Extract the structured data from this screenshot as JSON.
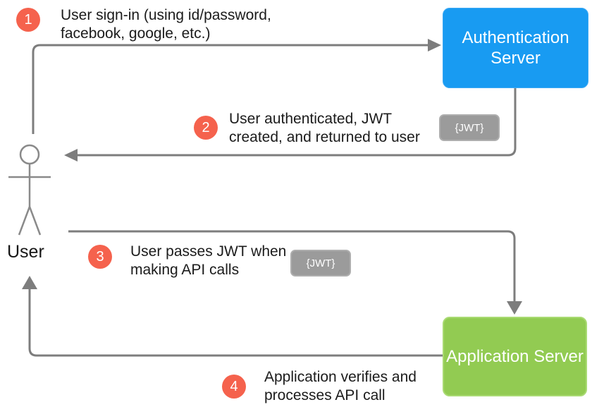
{
  "actors": {
    "user": {
      "label": "User"
    },
    "auth_server": {
      "label": "Authentication Server",
      "color": "#189bf2"
    },
    "app_server": {
      "label": "Application Server",
      "color": "#92cb52"
    }
  },
  "steps": [
    {
      "number": "1",
      "lines": [
        "User sign-in (using id/password,",
        "facebook, google, etc.)"
      ]
    },
    {
      "number": "2",
      "lines": [
        "User authenticated, JWT",
        "created, and returned to user"
      ]
    },
    {
      "number": "3",
      "lines": [
        "User passes JWT when",
        "making API calls"
      ]
    },
    {
      "number": "4",
      "lines": [
        "Application verifies and",
        "processes API call"
      ]
    }
  ],
  "badges": {
    "jwt": "{JWT}"
  },
  "colors": {
    "step_circle": "#f5624d",
    "auth_server_fill": "#189bf2",
    "app_server_fill": "#92cb52",
    "badge_fill": "#9b9b9b",
    "arrow_stroke": "#7d7d7d",
    "figure_stroke": "#8a8a8a"
  }
}
